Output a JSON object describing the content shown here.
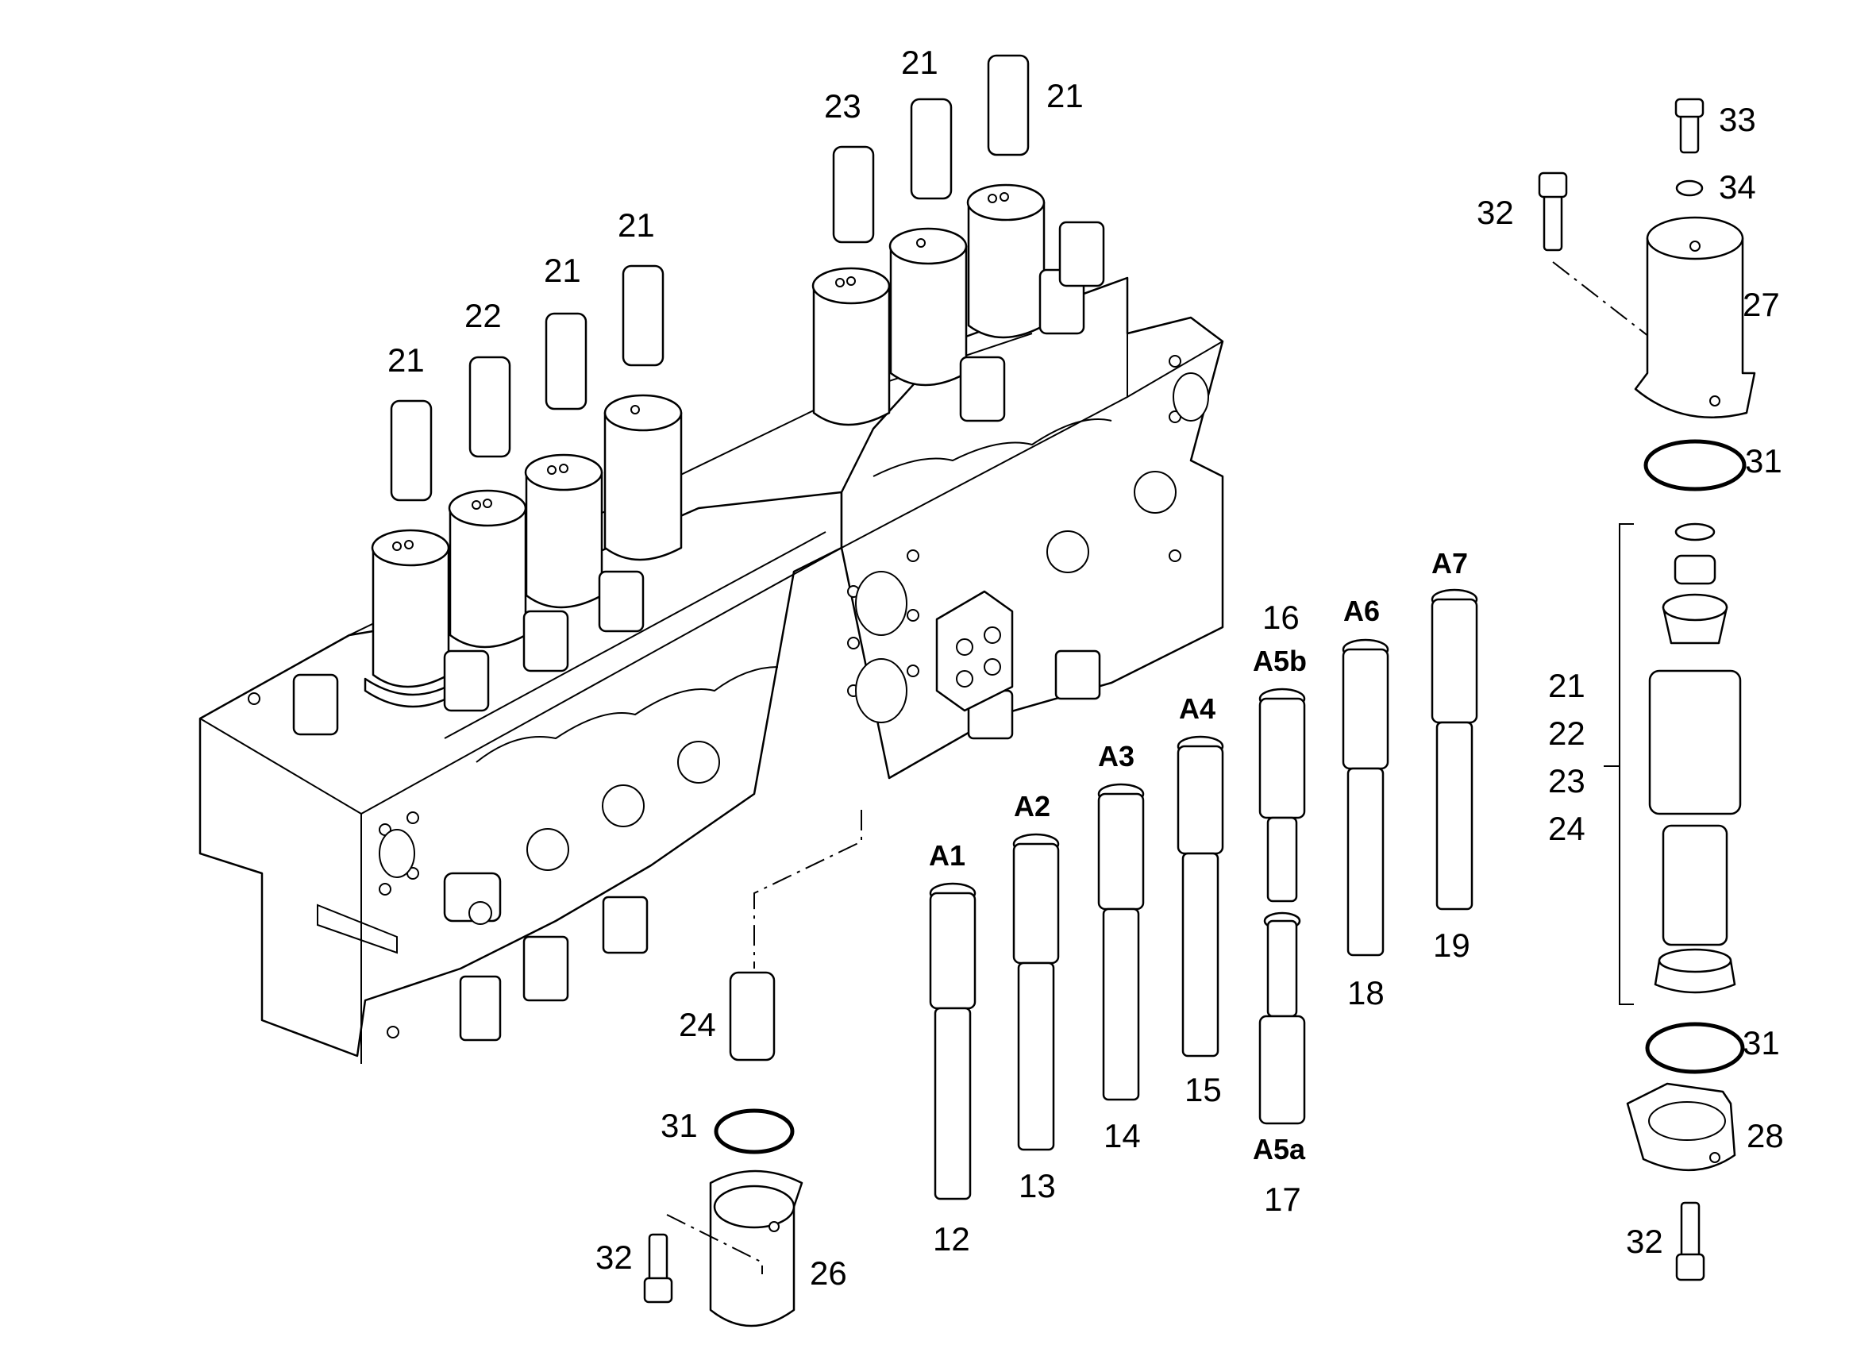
{
  "diagram": {
    "callouts": {
      "c21a": "21",
      "c22a": "22",
      "c21b": "21",
      "c21c": "21",
      "c23a": "23",
      "c21d": "21",
      "c21e": "21",
      "c33": "33",
      "c34": "34",
      "c32a": "32",
      "c27": "27",
      "c31a": "31",
      "c21f": "21",
      "c22b": "22",
      "c23b": "23",
      "c24b": "24",
      "c31b": "31",
      "c28": "28",
      "c32b": "32",
      "c24a": "24",
      "c31c": "31",
      "c32c": "32",
      "c26": "26",
      "c12": "12",
      "c13": "13",
      "c14": "14",
      "c15": "15",
      "c16": "16",
      "c17": "17",
      "c18": "18",
      "c19": "19"
    },
    "valve_labels": {
      "a1": "A1",
      "a2": "A2",
      "a3": "A3",
      "a4": "A4",
      "a5b": "A5b",
      "a5a": "A5a",
      "a6": "A6",
      "a7": "A7"
    }
  }
}
